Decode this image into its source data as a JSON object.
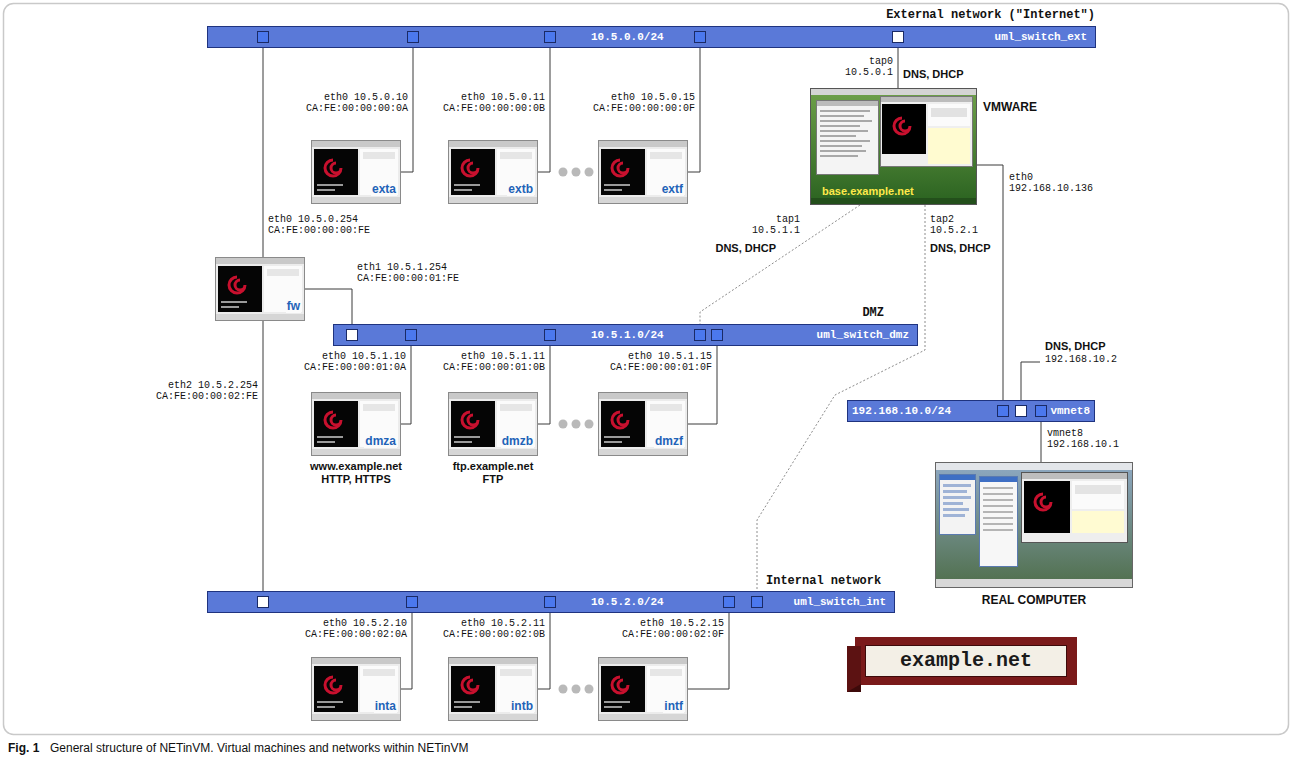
{
  "diagram": {
    "caption": "General structure of NETinVM. Virtual machines and networks within NETinVM",
    "nodes": [
      {
        "text": [
          "External network (\"Internet\")",
          "10.5.0.0/24",
          "uml_switch_ext"
        ]
      },
      {
        "text": [
          "exta"
        ]
      },
      {
        "text": [
          "extb"
        ]
      },
      {
        "text": [
          "extf"
        ]
      },
      {
        "text": [
          "base.example.net",
          "VMWARE"
        ]
      },
      {
        "text": [
          "fw"
        ]
      },
      {
        "text": [
          "DMZ",
          "10.5.1.0/24",
          "uml_switch_dmz"
        ]
      },
      {
        "text": [
          "dmza",
          "www.example.net",
          "HTTP, HTTPS"
        ]
      },
      {
        "text": [
          "dmzb",
          "ftp.example.net",
          "FTP"
        ]
      },
      {
        "text": [
          "dmzf"
        ]
      },
      {
        "text": [
          "192.168.10.0/24",
          "vmnet8"
        ]
      },
      {
        "text": [
          "REAL COMPUTER"
        ]
      },
      {
        "text": [
          "Internal network",
          "10.5.2.0/24",
          "uml_switch_int"
        ]
      },
      {
        "text": [
          "inta"
        ]
      },
      {
        "text": [
          "intb"
        ]
      },
      {
        "text": [
          "intf"
        ]
      },
      {
        "text": [
          "example.net"
        ]
      }
    ],
    "edges": [
      {
        "from": 0,
        "to": 5,
        "arrow": "none",
        "label": "eth0 10.5.0.254 CA:FE:00:00:00:FE"
      },
      {
        "from": 0,
        "to": 1,
        "arrow": "none",
        "label": "eth0 10.5.0.10 CA:FE:00:00:00:0A"
      },
      {
        "from": 0,
        "to": 2,
        "arrow": "none",
        "label": "eth0 10.5.0.11 CA:FE:00:00:00:0B"
      },
      {
        "from": 0,
        "to": 3,
        "arrow": "none",
        "label": "eth0 10.5.0.15 CA:FE:00:00:00:0F"
      },
      {
        "from": 0,
        "to": 4,
        "arrow": "none",
        "label": "tap0 10.5.0.1"
      },
      {
        "from": 5,
        "to": 6,
        "arrow": "none",
        "label": "eth1 10.5.1.254 CA:FE:00:00:01:FE"
      },
      {
        "from": 5,
        "to": 12,
        "arrow": "none",
        "label": "eth2 10.5.2.254 CA:FE:00:00:02:FE"
      },
      {
        "from": 6,
        "to": 7,
        "arrow": "none",
        "label": "eth0 10.5.1.10 CA:FE:00:00:01:0A"
      },
      {
        "from": 6,
        "to": 8,
        "arrow": "none",
        "label": "eth0 10.5.1.11 CA:FE:00:00:01:0B"
      },
      {
        "from": 6,
        "to": 9,
        "arrow": "none",
        "label": "eth0 10.5.1.15 CA:FE:00:00:01:0F"
      },
      {
        "from": 4,
        "to": 6,
        "arrow": "none",
        "label": "tap1 10.5.1.1"
      },
      {
        "from": 4,
        "to": 12,
        "arrow": "none",
        "label": "tap2 10.5.2.1"
      },
      {
        "from": 4,
        "to": 10,
        "arrow": "none",
        "label": "eth0 192.168.10.136"
      },
      {
        "from": 10,
        "to": 11,
        "arrow": "none",
        "label": "vmnet8 192.168.10.1"
      },
      {
        "from": 12,
        "to": 13,
        "arrow": "none",
        "label": "eth0 10.5.2.10 CA:FE:00:00:02:0A"
      },
      {
        "from": 12,
        "to": 14,
        "arrow": "none",
        "label": "eth0 10.5.2.11 CA:FE:00:00:02:0B"
      },
      {
        "from": 12,
        "to": 15,
        "arrow": "none",
        "label": "eth0 10.5.2.15 CA:FE:00:00:02:0F"
      }
    ],
    "labels": [
      "DNS, DHCP",
      "DNS, DHCP",
      "DNS, DHCP",
      "DNS, DHCP",
      "192.168.10.2",
      "Fig. 1"
    ]
  }
}
